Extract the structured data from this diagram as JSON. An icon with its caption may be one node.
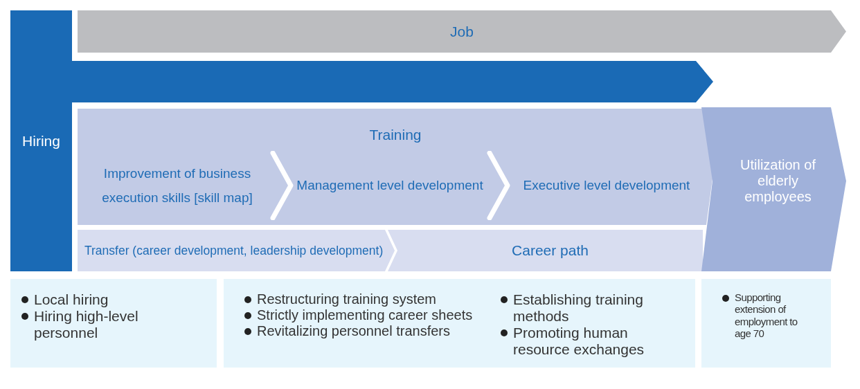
{
  "diagram": {
    "nodes": [
      {
        "text": [
          "Hiring"
        ]
      },
      {
        "text": [
          "Job"
        ]
      },
      {
        "text": [
          "Training"
        ]
      },
      {
        "text": [
          "Improvement of business execution skills [skill map]"
        ],
        "in": 2
      },
      {
        "text": [
          "Management level development"
        ],
        "in": 2
      },
      {
        "text": [
          "Executive level development"
        ],
        "in": 2
      },
      {
        "text": [
          "Transfer (career development, leadership development)"
        ]
      },
      {
        "text": [
          "Career path"
        ]
      },
      {
        "text": [
          "Utilization of elderly employees"
        ]
      },
      {
        "text": [
          "Local hiring",
          "Hiring high-level personnel"
        ]
      },
      {
        "text": [
          "Restructuring training system",
          "Strictly implementing career sheets",
          "Revitalizing personnel transfers",
          "Establishing training methods",
          "Promoting human resource exchanges"
        ]
      },
      {
        "text": [
          "Supporting extension of employment to age 70"
        ]
      }
    ],
    "edges": [
      {
        "from": 3,
        "to": 4,
        "arrow": "to"
      },
      {
        "from": 4,
        "to": 5,
        "arrow": "to"
      }
    ]
  }
}
